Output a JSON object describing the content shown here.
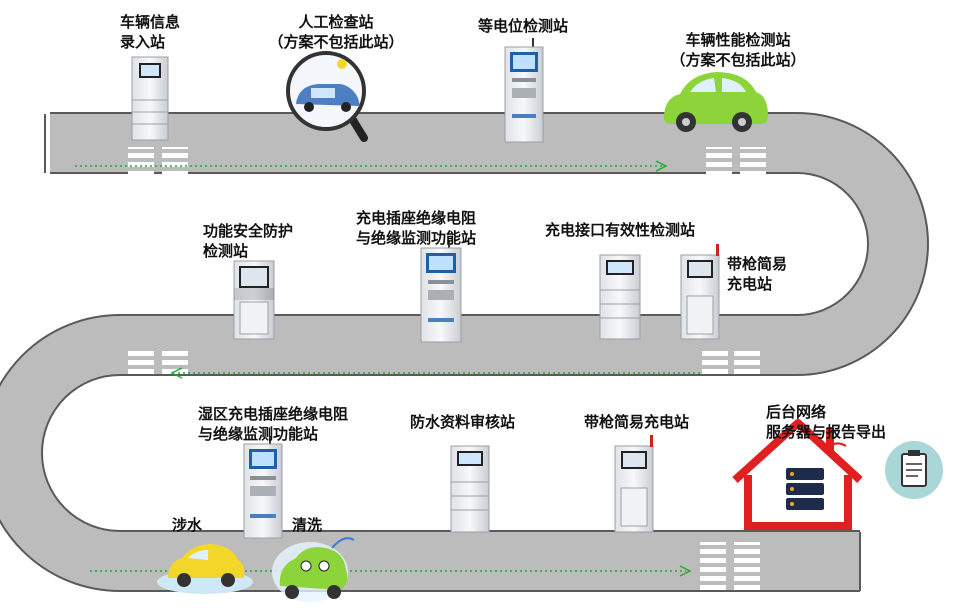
{
  "labels": {
    "vehicle_info_1": "车辆信息",
    "vehicle_info_2": "录入站",
    "manual_check_1": "人工检查站",
    "manual_check_2": "（方案不包括此站）",
    "equipotential": "等电位检测站",
    "performance_1": "车辆性能检测站",
    "performance_2": "（方案不包括此站）",
    "function_safety_1": "功能安全防护",
    "function_safety_2": "检测站",
    "socket_insulation_1": "充电插座绝缘电阻",
    "socket_insulation_2": "与绝缘监测功能站",
    "interface_validity": "充电接口有效性检测站",
    "gun_charge_1": "带枪简易",
    "gun_charge_2": "充电站",
    "wet_insulation_1": "湿区充电插座绝缘电阻",
    "wet_insulation_2": "与绝缘监测功能站",
    "waterproof_review": "防水资料审核站",
    "gun_charge_simple": "带枪简易充电站",
    "backend_1": "后台网络",
    "backend_2": "服务器与报告导出",
    "wading": "涉水",
    "washing": "清洗"
  },
  "colors": {
    "road": "#bcbcbc",
    "road_edge": "#5a5a5a",
    "arrow": "#22aa33",
    "house": "#e02020",
    "car_green": "#8cd43a",
    "car_blue": "#4d7fc2",
    "car_yellow": "#f2d72a",
    "report_circle": "#a9d6d6"
  },
  "icons": {
    "station": "test-cabinet-icon",
    "inspection": "magnifier-car-icon",
    "server": "server-house-icon",
    "report": "report-document-icon"
  }
}
